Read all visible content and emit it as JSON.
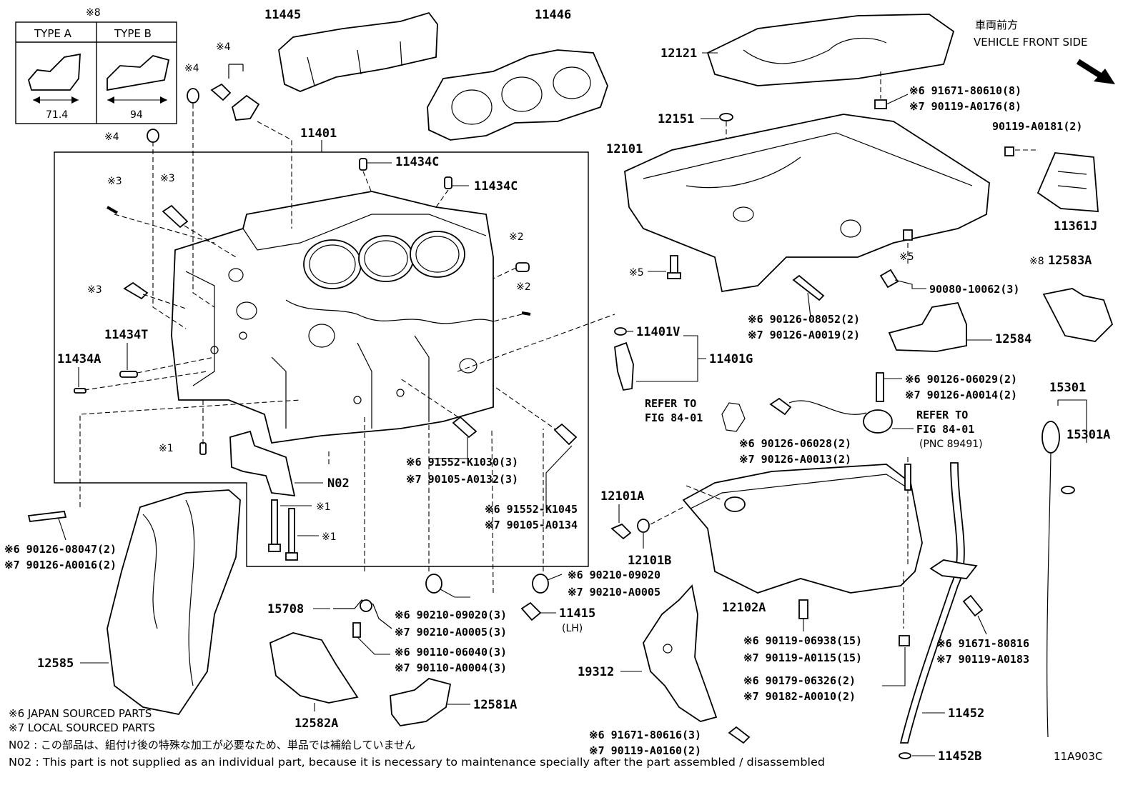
{
  "direction": {
    "jp": "車両前方",
    "en": "VEHICLE FRONT SIDE"
  },
  "type_box": {
    "mark": "※8",
    "type_a": "TYPE A",
    "type_b": "TYPE B",
    "dim_a": "71.4",
    "dim_b": "94"
  },
  "parts": {
    "p11445": "11445",
    "p11446": "11446",
    "p11401": "11401",
    "p11434C_1": "11434C",
    "p11434C_2": "11434C",
    "p12121": "12121",
    "p12151": "12151",
    "p12101": "12101",
    "p11361J": "11361J",
    "p12583A": "12583A",
    "p12584": "12584",
    "p11401V": "11401V",
    "p11401G": "11401G",
    "p15301": "15301",
    "p15301A": "15301A",
    "p11434T": "11434T",
    "p11434A": "11434A",
    "pN02": "N02",
    "p12101A": "12101A",
    "p12101B": "12101B",
    "p12102A": "12102A",
    "p15708": "15708",
    "p11415": "11415",
    "p11415_lh": "(LH)",
    "p12585": "12585",
    "p12582A": "12582A",
    "p12581A": "12581A",
    "p19312": "19312",
    "p11452": "11452",
    "p11452B": "11452B",
    "fig_code": "11A903C"
  },
  "marks": {
    "m4a": "※4",
    "m4b": "※4",
    "m4c": "※4",
    "m3a": "※3",
    "m3b": "※3",
    "m3c": "※3",
    "m2a": "※2",
    "m2b": "※2",
    "m1a": "※1",
    "m1b": "※1",
    "m1c": "※1",
    "m5a": "※5",
    "m5b": "※5",
    "m8": "※8"
  },
  "callouts": {
    "c1_l1": "※6 91671-80610(8)",
    "c1_l2": "※7 90119-A0176(8)",
    "c2": "90119-A0181(2)",
    "c3": "90080-10062(3)",
    "c4_l1": "※6 90126-08052(2)",
    "c4_l2": "※7 90126-A0019(2)",
    "c5_l1": "※6 90126-06029(2)",
    "c5_l2": "※7 90126-A0014(2)",
    "refer1_l1": "REFER TO",
    "refer1_l2": "FIG 84-01",
    "refer2_l1": "REFER TO",
    "refer2_l2": "FIG 84-01",
    "refer2_l3": "(PNC 89491)",
    "c6_l1": "※6 90126-06028(2)",
    "c6_l2": "※7 90126-A0013(2)",
    "c7_l1": "※6 91552-K1030(3)",
    "c7_l2": "※7 90105-A0132(3)",
    "c8_l1": "※6 91552-K1045",
    "c8_l2": "※7 90105-A0134",
    "c9_l1": "※6 90126-08047(2)",
    "c9_l2": "※7 90126-A0016(2)",
    "c10_l1": "※6 90210-09020",
    "c10_l2": "※7 90210-A0005",
    "c11_l1": "※6 90210-09020(3)",
    "c11_l2": "※7 90210-A0005(3)",
    "c12_l1": "※6 90110-06040(3)",
    "c12_l2": "※7 90110-A0004(3)",
    "c13_l1": "※6 90119-06938(15)",
    "c13_l2": "※7 90119-A0115(15)",
    "c14_l1": "※6 90179-06326(2)",
    "c14_l2": "※7 90182-A0010(2)",
    "c15_l1": "※6 91671-80816",
    "c15_l2": "※7 90119-A0183",
    "c16_l1": "※6 91671-80616(3)",
    "c16_l2": "※7 90119-A0160(2)"
  },
  "notes": {
    "n6": "※6  JAPAN SOURCED PARTS",
    "n7": "※7  LOCAL SOURCED PARTS",
    "n02_jp": "N02 : この部品は、組付け後の特殊な加工が必要なため、単品では補給していません",
    "n02_en": "N02 : This part is not supplied as an individual part, because it is necessary to maintenance specially after the part assembled / disassembled"
  }
}
